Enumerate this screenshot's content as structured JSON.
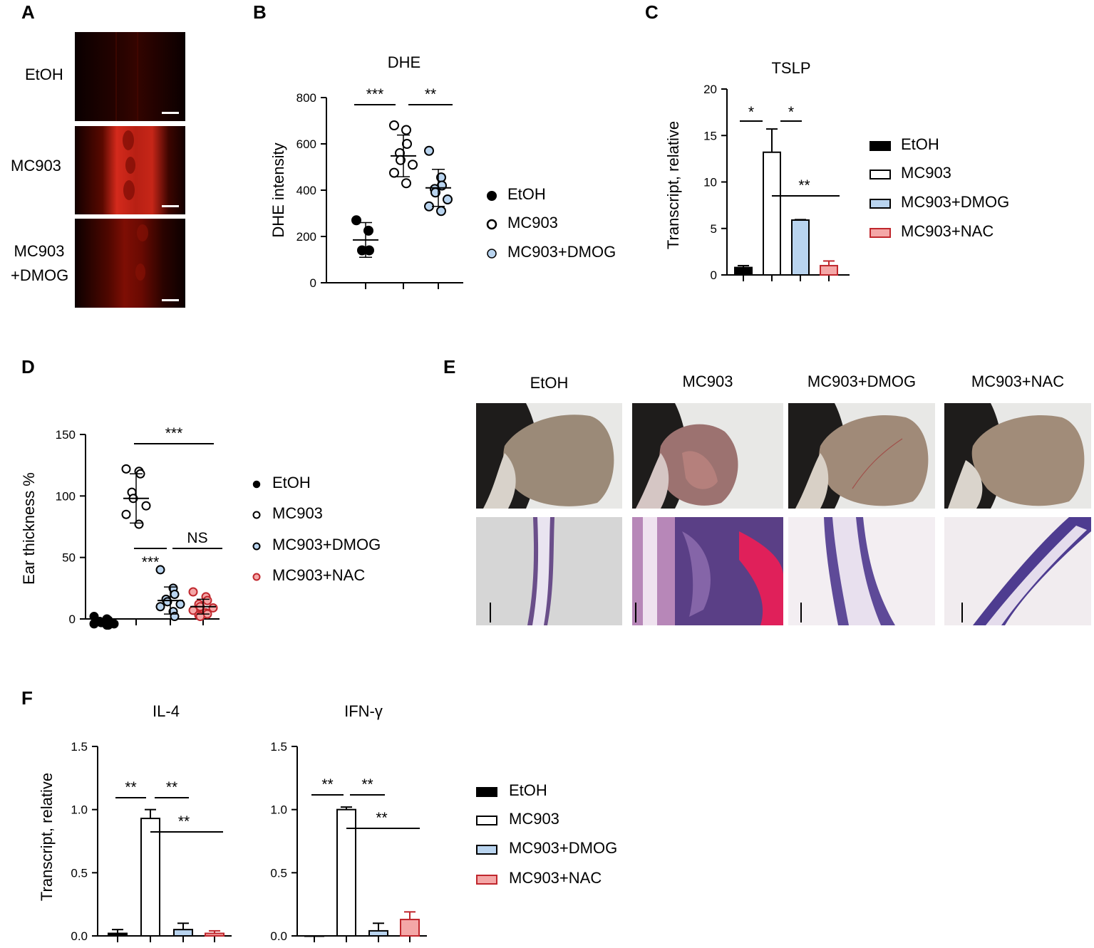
{
  "panels": {
    "A": "A",
    "B": "B",
    "C": "C",
    "D": "D",
    "E": "E",
    "F": "F"
  },
  "colors": {
    "etoh": "#000000",
    "mc903": "#ffffff",
    "dmog": "#b9d4ef",
    "nac": "#f4a7a7",
    "nac_stroke": "#c0272d",
    "micro_red": "#d42a1c"
  },
  "panelA": {
    "labels": [
      "EtOH",
      "MC903",
      "MC903\n+DMOG"
    ],
    "label_line1": [
      "EtOH",
      "MC903",
      "MC903"
    ],
    "label_line2": [
      "",
      "",
      "+DMOG"
    ]
  },
  "panelE": {
    "headers": [
      "EtOH",
      "MC903",
      "MC903+DMOG",
      "MC903+NAC"
    ]
  },
  "legends": {
    "B": [
      "EtOH",
      "MC903",
      "MC903+DMOG"
    ],
    "C": [
      "EtOH",
      "MC903",
      "MC903+DMOG",
      "MC903+NAC"
    ],
    "D": [
      "EtOH",
      "MC903",
      "MC903+DMOG",
      "MC903+NAC"
    ],
    "F": [
      "EtOH",
      "MC903",
      "MC903+DMOG",
      "MC903+NAC"
    ]
  },
  "chart_data": [
    {
      "id": "B",
      "type": "scatter",
      "title": "DHE",
      "xlabel": "",
      "ylabel": "DHE intensity",
      "ylim": [
        0,
        800
      ],
      "yticks": [
        0,
        200,
        400,
        600,
        800
      ],
      "groups": [
        {
          "name": "EtOH",
          "points": [
            270,
            225,
            140,
            140
          ],
          "mean": 185,
          "sd": 75
        },
        {
          "name": "MC903",
          "points": [
            680,
            660,
            600,
            560,
            530,
            510,
            475,
            430
          ],
          "mean": 548,
          "sd": 90
        },
        {
          "name": "MC903+DMOG",
          "points": [
            570,
            455,
            420,
            405,
            390,
            360,
            330,
            310
          ],
          "mean": 410,
          "sd": 80
        }
      ],
      "significance": [
        {
          "from": 0,
          "to": 1,
          "label": "***"
        },
        {
          "from": 1,
          "to": 2,
          "label": "**"
        }
      ]
    },
    {
      "id": "C",
      "type": "bar",
      "title": "TSLP",
      "xlabel": "",
      "ylabel": "Transcript, relative",
      "ylim": [
        0,
        20
      ],
      "yticks": [
        0,
        5,
        10,
        15,
        20
      ],
      "categories": [
        "EtOH",
        "MC903",
        "MC903+DMOG",
        "MC903+NAC"
      ],
      "values": [
        0.8,
        13.2,
        5.9,
        1.0
      ],
      "errors": [
        0.2,
        2.5,
        0.05,
        0.5
      ],
      "significance": [
        {
          "from": 0,
          "to": 1,
          "label": "*"
        },
        {
          "from": 1,
          "to": 2,
          "label": "*"
        },
        {
          "from": 1,
          "to": 3,
          "label": "**"
        }
      ]
    },
    {
      "id": "D",
      "type": "scatter",
      "title": "",
      "xlabel": "",
      "ylabel": "Ear thickness %",
      "ylim": [
        -5,
        150
      ],
      "yticks": [
        0,
        50,
        100,
        150
      ],
      "groups": [
        {
          "name": "EtOH",
          "points": [
            2,
            0,
            -1,
            -2,
            -3,
            -4,
            -4,
            -5,
            -5
          ],
          "mean": -2,
          "sd": 2
        },
        {
          "name": "MC903",
          "points": [
            122,
            120,
            118,
            103,
            98,
            92,
            85,
            77
          ],
          "mean": 98,
          "sd": 20
        },
        {
          "name": "MC903+DMOG",
          "points": [
            40,
            25,
            20,
            16,
            14,
            12,
            10,
            6,
            2
          ],
          "mean": 15,
          "sd": 11
        },
        {
          "name": "MC903+NAC",
          "points": [
            22,
            18,
            15,
            12,
            10,
            9,
            7,
            5,
            4,
            3,
            2
          ],
          "mean": 10,
          "sd": 6
        }
      ],
      "significance": [
        {
          "from": 1,
          "to": 3,
          "label": "***"
        },
        {
          "from": 1,
          "to": 2,
          "label": "***"
        },
        {
          "from": 2,
          "to": 3,
          "label": "NS"
        }
      ]
    },
    {
      "id": "F1",
      "type": "bar",
      "title": "IL-4",
      "xlabel": "",
      "ylabel": "Transcript, relative",
      "ylim": [
        0,
        1.5
      ],
      "yticks": [
        "0.0",
        "0.5",
        "1.0",
        "1.5"
      ],
      "categories": [
        "EtOH",
        "MC903",
        "MC903+DMOG",
        "MC903+NAC"
      ],
      "values": [
        0.02,
        0.93,
        0.05,
        0.02
      ],
      "errors": [
        0.03,
        0.07,
        0.05,
        0.02
      ],
      "significance": [
        {
          "from": 0,
          "to": 1,
          "label": "**"
        },
        {
          "from": 1,
          "to": 2,
          "label": "**"
        },
        {
          "from": 1,
          "to": 3,
          "label": "**"
        }
      ]
    },
    {
      "id": "F2",
      "type": "bar",
      "title": "IFN-γ",
      "xlabel": "",
      "ylabel": "",
      "ylim": [
        0,
        1.5
      ],
      "yticks": [
        "0.0",
        "0.5",
        "1.0",
        "1.5"
      ],
      "categories": [
        "EtOH",
        "MC903",
        "MC903+DMOG",
        "MC903+NAC"
      ],
      "values": [
        0.0,
        1.0,
        0.04,
        0.13
      ],
      "errors": [
        0.0,
        0.02,
        0.06,
        0.06
      ],
      "significance": [
        {
          "from": 0,
          "to": 1,
          "label": "**"
        },
        {
          "from": 1,
          "to": 2,
          "label": "**"
        },
        {
          "from": 1,
          "to": 3,
          "label": "**"
        }
      ]
    }
  ]
}
